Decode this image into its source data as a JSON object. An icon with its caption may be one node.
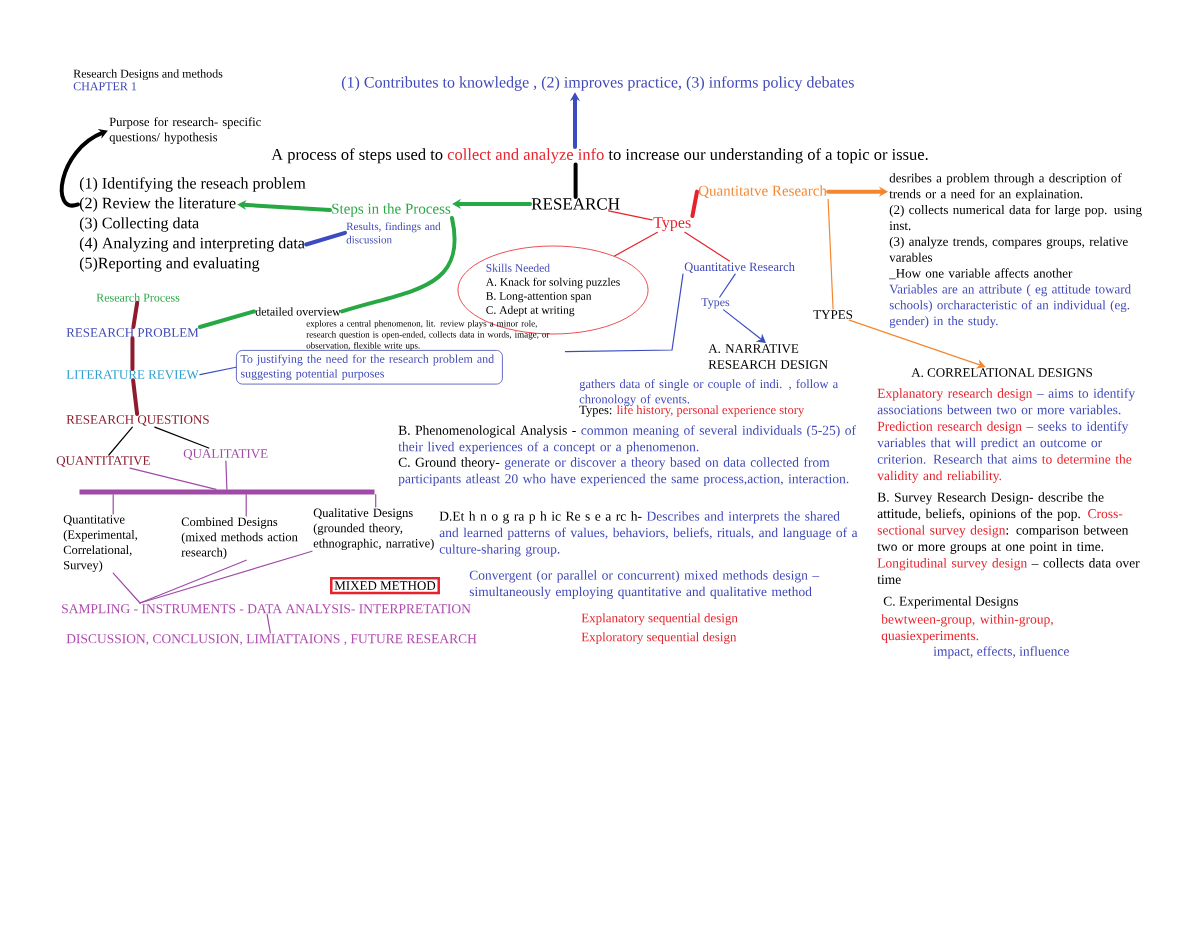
{
  "diagram": {
    "nodes": [
      {
        "text": [
          "RESEARCH"
        ]
      },
      {
        "text": [
          "A process of steps used to",
          "collect and analyze info",
          "to increase our understanding of a topic or issue."
        ]
      },
      {
        "text": [
          "(1) Contributes to knowledge , (2) improves practice, (3) informs policy debates"
        ]
      },
      {
        "text": [
          "Steps in the Process"
        ]
      },
      {
        "text": [
          "(1) Identifying the reseach problem"
        ]
      },
      {
        "text": [
          "(2) Review the literature"
        ]
      },
      {
        "text": [
          "(3) Collecting data"
        ]
      },
      {
        "text": [
          "(4) Analyzing and interpreting data"
        ]
      },
      {
        "text": [
          "(5)Reporting and evaluating"
        ]
      },
      {
        "text": [
          "Purpose for research- specific questions/ hypothesis"
        ]
      },
      {
        "text": [
          "Results, findings and discussion"
        ]
      },
      {
        "text": [
          "Types"
        ]
      },
      {
        "text": [
          "Quantitatve Research"
        ]
      },
      {
        "text": [
          "desribes a problem through a description of trends or a need for an explaination.",
          "(2) collects numerical data for large pop. using inst.",
          "(3) analyze trends, compares groups, relative varables",
          "_How one variable affects another",
          "Variables are an attribute ( eg attitude toward schools) orcharacteristic of an individual (eg. gender) in the study."
        ]
      },
      {
        "text": [
          "Skills Needed",
          "A. Knack for solving puzzles",
          "B. Long-attention span",
          "C. Adept at writing"
        ]
      },
      {
        "text": [
          "Quantitative Research"
        ]
      },
      {
        "text": [
          "Types"
        ]
      },
      {
        "text": [
          "A. NARRATIVE RESEARCH DESIGN"
        ]
      },
      {
        "text": [
          "TYPES"
        ]
      },
      {
        "text": [
          "A. CORRELATIONAL DESIGNS"
        ]
      },
      {
        "text": [
          "explores a central phenomenon, lit. review plays a minor role, research question is open-ended, collects data in words, image, or observation, flexible write ups."
        ]
      },
      {
        "text": [
          "detailed overview"
        ]
      },
      {
        "text": [
          "Research Process"
        ]
      },
      {
        "text": [
          "RESEARCH PROBLEM"
        ]
      },
      {
        "text": [
          "LITERATURE REVIEW"
        ]
      },
      {
        "text": [
          "To justifying the need for the research problem and suggesting potential purposes"
        ]
      },
      {
        "text": [
          "RESEARCH QUESTIONS"
        ]
      },
      {
        "text": [
          "QUANTITATIVE"
        ]
      },
      {
        "text": [
          "QUALITATIVE"
        ]
      },
      {
        "text": [],
        "shape": "bar"
      },
      {
        "text": [
          "Quantitative",
          "(Experimental, Correlational, Survey)"
        ]
      },
      {
        "text": [
          "Combined Designs",
          "(mixed methods action research)"
        ]
      },
      {
        "text": [
          "Qualitative Designs",
          "(grounded theory, ethnographic, narrative)"
        ]
      },
      {
        "text": [
          "SAMPLING - INSTRUMENTS - DATA ANALYSIS- INTERPRETATION"
        ]
      },
      {
        "text": [
          "DISCUSSION, CONCLUSION, LIMIATTAIONS , FUTURE RESEARCH"
        ]
      },
      {
        "text": [
          "MIXED METHOD"
        ]
      }
    ],
    "edges": [
      {
        "from": 0,
        "to": 1,
        "arrow": "none",
        "style": "thick",
        "color": "#000000"
      },
      {
        "from": 1,
        "to": 2,
        "arrow": "to",
        "style": "thick",
        "color": "#3b4cc0"
      },
      {
        "from": 0,
        "to": 3,
        "arrow": "to",
        "style": "thick",
        "color": "#27a844"
      },
      {
        "from": 3,
        "to": 5,
        "arrow": "to",
        "style": "thick",
        "color": "#27a844"
      },
      {
        "from": 5,
        "to": 9,
        "arrow": "to",
        "style": "thick",
        "color": "#000000"
      },
      {
        "from": 7,
        "to": 10,
        "arrow": "none",
        "style": "thick",
        "color": "#3b4cc0"
      },
      {
        "from": 0,
        "to": 11,
        "arrow": "none",
        "color": "#e8222a"
      },
      {
        "from": 11,
        "to": 12,
        "arrow": "none",
        "style": "thick",
        "color": "#e8222a"
      },
      {
        "from": 12,
        "to": 13,
        "arrow": "to",
        "style": "thick",
        "color": "#f5862e"
      },
      {
        "from": 11,
        "to": 14,
        "arrow": "none",
        "color": "#e8222a"
      },
      {
        "from": 11,
        "to": 15,
        "arrow": "none",
        "color": "#e8222a"
      },
      {
        "from": 15,
        "to": 16,
        "arrow": "none",
        "color": "#3b4cc0"
      },
      {
        "from": 16,
        "to": 17,
        "arrow": "to",
        "color": "#3b4cc0"
      },
      {
        "from": 15,
        "to": 20,
        "arrow": "none",
        "color": "#3b4cc0"
      },
      {
        "from": 12,
        "to": 18,
        "arrow": "none",
        "color": "#f5862e"
      },
      {
        "from": 18,
        "to": 19,
        "arrow": "to",
        "color": "#f5862e"
      },
      {
        "from": 3,
        "to": 21,
        "arrow": "none",
        "style": "thick",
        "color": "#27a844"
      },
      {
        "from": 23,
        "to": 21,
        "arrow": "none",
        "style": "thick",
        "color": "#27a844"
      },
      {
        "from": 22,
        "to": 23,
        "arrow": "none",
        "style": "thick",
        "color": "#8e1b2e"
      },
      {
        "from": 23,
        "to": 24,
        "arrow": "none",
        "style": "thick",
        "color": "#8e1b2e"
      },
      {
        "from": 24,
        "to": 26,
        "arrow": "none",
        "style": "thick",
        "color": "#8e1b2e"
      },
      {
        "from": 24,
        "to": 25,
        "arrow": "none",
        "color": "#3b4cc0"
      },
      {
        "from": 26,
        "to": 27,
        "arrow": "none",
        "color": "#000000"
      },
      {
        "from": 26,
        "to": 28,
        "arrow": "none",
        "color": "#000000"
      },
      {
        "from": 27,
        "to": 29,
        "arrow": "none",
        "color": "#a04aa8"
      },
      {
        "from": 28,
        "to": 29,
        "arrow": "none",
        "color": "#a04aa8"
      },
      {
        "from": 29,
        "to": 30,
        "arrow": "none",
        "color": "#a04aa8"
      },
      {
        "from": 29,
        "to": 31,
        "arrow": "none",
        "color": "#a04aa8"
      },
      {
        "from": 29,
        "to": 32,
        "arrow": "none",
        "color": "#a04aa8"
      },
      {
        "from": 30,
        "to": 33,
        "arrow": "none",
        "color": "#a04aa8"
      },
      {
        "from": 31,
        "to": 33,
        "arrow": "none",
        "color": "#a04aa8"
      },
      {
        "from": 32,
        "to": 33,
        "arrow": "none",
        "color": "#a04aa8"
      },
      {
        "from": 33,
        "to": 34,
        "arrow": "none",
        "color": "#a04aa8"
      }
    ],
    "labels": [
      "Research Designs and methods",
      "CHAPTER 1",
      "gathers data of single or couple of indi. , follow a chronology of events.",
      "Types:",
      "life history, personal experience story",
      "B. Phenomenological Analysis -",
      "common meaning of several individuals (5-25) of their lived experiences of a concept or a phenomenon.",
      "C. Ground theory-",
      "generate or discover a theory based on data collected from participants atleast 20 who have experienced the same process,action, interaction.",
      "D.Et h n o g ra p h ic Re s e a rc h-",
      "Describes and interprets the shared and learned patterns of values, behaviors, beliefs, rituals, and language of a culture-sharing group.",
      "Convergent (or parallel or concurrent) mixed methods design – simultaneously employing quantitative and qualitative method",
      "Explanatory sequential design",
      "Exploratory sequential design",
      "Explanatory research design",
      "– aims to identify associations between two or more variables.",
      "Prediction research design",
      "– seeks to identify variables that will predict an outcome or criterion. Research that aims",
      "to determine the validity and reliability.",
      "B. Survey Research Design- describe the attitude, beliefs, opinions of the pop.",
      "Cross-sectional survey design",
      ": comparison between two or more groups at one point in time.",
      "Longitudinal survey design",
      "– collects data over time",
      "C. Experimental Designs",
      "bewtween-group, within-group, quasiexperiments.",
      "impact, effects, influence"
    ]
  }
}
